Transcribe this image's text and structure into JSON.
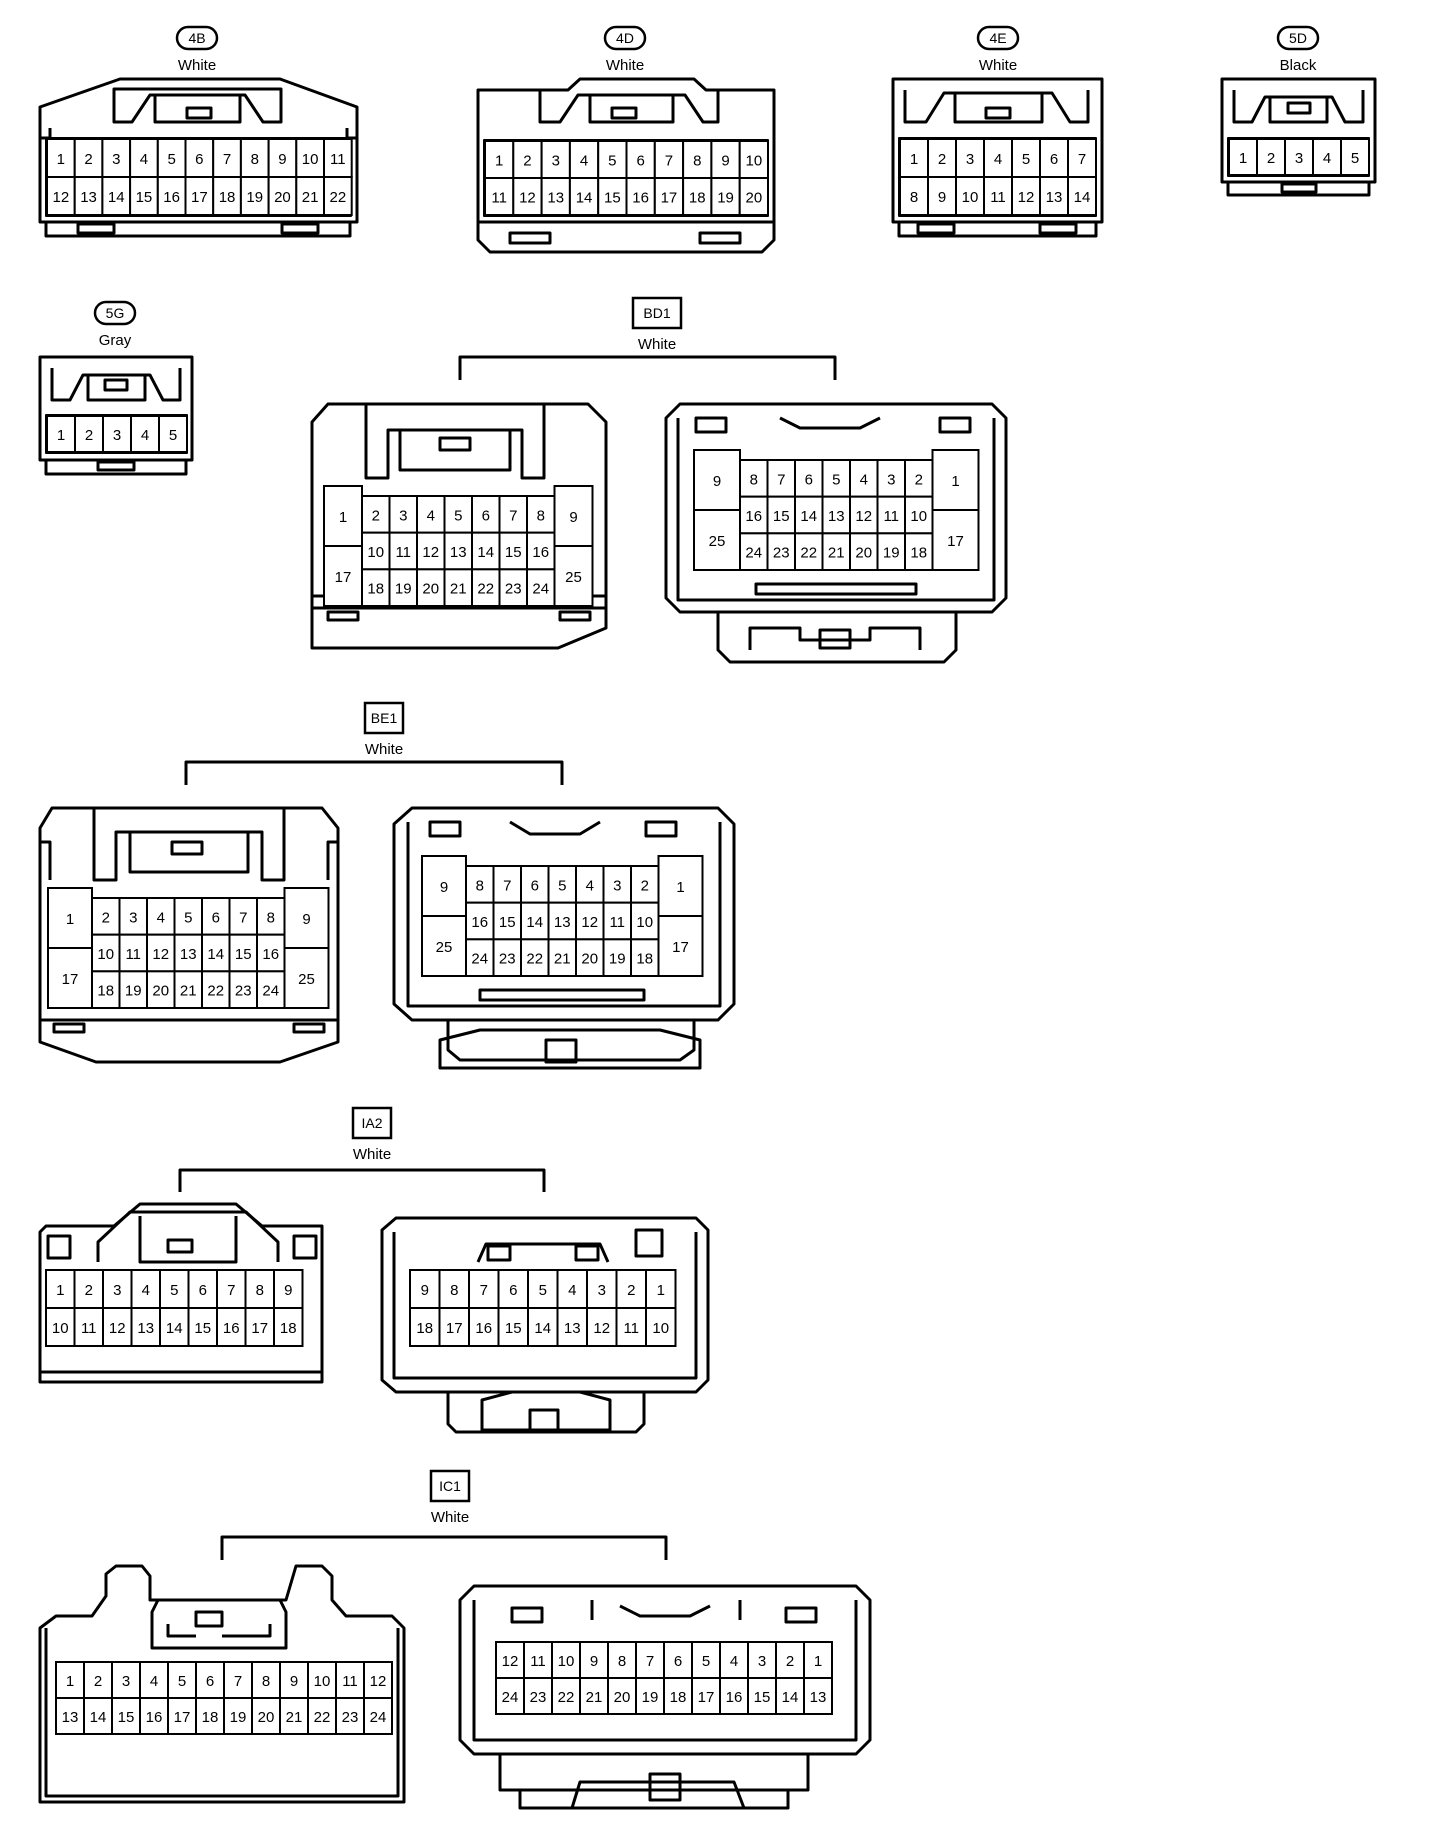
{
  "connectors": [
    {
      "id": "4B",
      "label_style": "oval",
      "color": "White"
    },
    {
      "id": "4D",
      "label_style": "oval",
      "color": "White"
    },
    {
      "id": "4E",
      "label_style": "oval",
      "color": "White"
    },
    {
      "id": "5D",
      "label_style": "oval",
      "color": "Black"
    },
    {
      "id": "5G",
      "label_style": "oval",
      "color": "Gray"
    },
    {
      "id": "BD1",
      "label_style": "box",
      "color": "White"
    },
    {
      "id": "BE1",
      "label_style": "box",
      "color": "White"
    },
    {
      "id": "IA2",
      "label_style": "box",
      "color": "White"
    },
    {
      "id": "IC1",
      "label_style": "box",
      "color": "White"
    }
  ],
  "pin_layouts": {
    "c4B": [
      [
        "1",
        "2",
        "3",
        "4",
        "5",
        "6",
        "7",
        "8",
        "9",
        "10",
        "11"
      ],
      [
        "12",
        "13",
        "14",
        "15",
        "16",
        "17",
        "18",
        "19",
        "20",
        "21",
        "22"
      ]
    ],
    "c4D": [
      [
        "1",
        "2",
        "3",
        "4",
        "5",
        "6",
        "7",
        "8",
        "9",
        "10"
      ],
      [
        "11",
        "12",
        "13",
        "14",
        "15",
        "16",
        "17",
        "18",
        "19",
        "20"
      ]
    ],
    "c4E": [
      [
        "1",
        "2",
        "3",
        "4",
        "5",
        "6",
        "7"
      ],
      [
        "8",
        "9",
        "10",
        "11",
        "12",
        "13",
        "14"
      ]
    ],
    "c5D": [
      [
        "1",
        "2",
        "3",
        "4",
        "5"
      ]
    ],
    "c5G": [
      [
        "1",
        "2",
        "3",
        "4",
        "5"
      ]
    ],
    "bd1_left": {
      "side_left": [
        "1",
        "17"
      ],
      "side_right": [
        "9",
        "25"
      ],
      "rows": [
        [
          "2",
          "3",
          "4",
          "5",
          "6",
          "7",
          "8"
        ],
        [
          "10",
          "11",
          "12",
          "13",
          "14",
          "15",
          "16"
        ],
        [
          "18",
          "19",
          "20",
          "21",
          "22",
          "23",
          "24"
        ]
      ]
    },
    "bd1_right": {
      "side_left": [
        "9",
        "25"
      ],
      "side_right": [
        "1",
        "17"
      ],
      "rows": [
        [
          "8",
          "7",
          "6",
          "5",
          "4",
          "3",
          "2"
        ],
        [
          "16",
          "15",
          "14",
          "13",
          "12",
          "11",
          "10"
        ],
        [
          "24",
          "23",
          "22",
          "21",
          "20",
          "19",
          "18"
        ]
      ]
    },
    "be1_left": {
      "side_left": [
        "1",
        "17"
      ],
      "side_right": [
        "9",
        "25"
      ],
      "rows": [
        [
          "2",
          "3",
          "4",
          "5",
          "6",
          "7",
          "8"
        ],
        [
          "10",
          "11",
          "12",
          "13",
          "14",
          "15",
          "16"
        ],
        [
          "18",
          "19",
          "20",
          "21",
          "22",
          "23",
          "24"
        ]
      ]
    },
    "be1_right": {
      "side_left": [
        "9",
        "25"
      ],
      "side_right": [
        "1",
        "17"
      ],
      "rows": [
        [
          "8",
          "7",
          "6",
          "5",
          "4",
          "3",
          "2"
        ],
        [
          "16",
          "15",
          "14",
          "13",
          "12",
          "11",
          "10"
        ],
        [
          "24",
          "23",
          "22",
          "21",
          "20",
          "19",
          "18"
        ]
      ]
    },
    "ia2_left": [
      [
        "1",
        "2",
        "3",
        "4",
        "5",
        "6",
        "7",
        "8",
        "9"
      ],
      [
        "10",
        "11",
        "12",
        "13",
        "14",
        "15",
        "16",
        "17",
        "18"
      ]
    ],
    "ia2_right": [
      [
        "9",
        "8",
        "7",
        "6",
        "5",
        "4",
        "3",
        "2",
        "1"
      ],
      [
        "18",
        "17",
        "16",
        "15",
        "14",
        "13",
        "12",
        "11",
        "10"
      ]
    ],
    "ic1_left": [
      [
        "1",
        "2",
        "3",
        "4",
        "5",
        "6",
        "7",
        "8",
        "9",
        "10",
        "11",
        "12"
      ],
      [
        "13",
        "14",
        "15",
        "16",
        "17",
        "18",
        "19",
        "20",
        "21",
        "22",
        "23",
        "24"
      ]
    ],
    "ic1_right": [
      [
        "12",
        "11",
        "10",
        "9",
        "8",
        "7",
        "6",
        "5",
        "4",
        "3",
        "2",
        "1"
      ],
      [
        "24",
        "23",
        "22",
        "21",
        "20",
        "19",
        "18",
        "17",
        "16",
        "15",
        "14",
        "13"
      ]
    ]
  }
}
